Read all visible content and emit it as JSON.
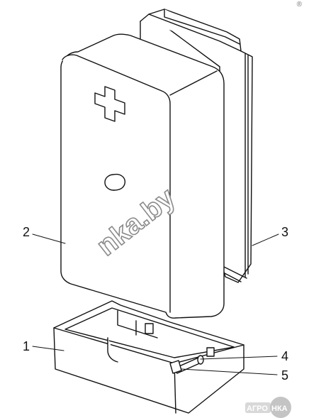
{
  "corner_mark": "®",
  "callouts": [
    {
      "id": "1",
      "text": "1"
    },
    {
      "id": "2",
      "text": "2"
    },
    {
      "id": "3",
      "text": "3"
    },
    {
      "id": "4",
      "text": "4"
    },
    {
      "id": "5",
      "text": "5"
    }
  ],
  "watermark": "nka.by",
  "badge": {
    "left": "АГРО",
    "right": "НКА"
  },
  "colors": {
    "line": "#111111",
    "fill": "#ffffff",
    "watermark_stroke": "#8a8a8a",
    "badge_bg": "#d8d8d8"
  }
}
